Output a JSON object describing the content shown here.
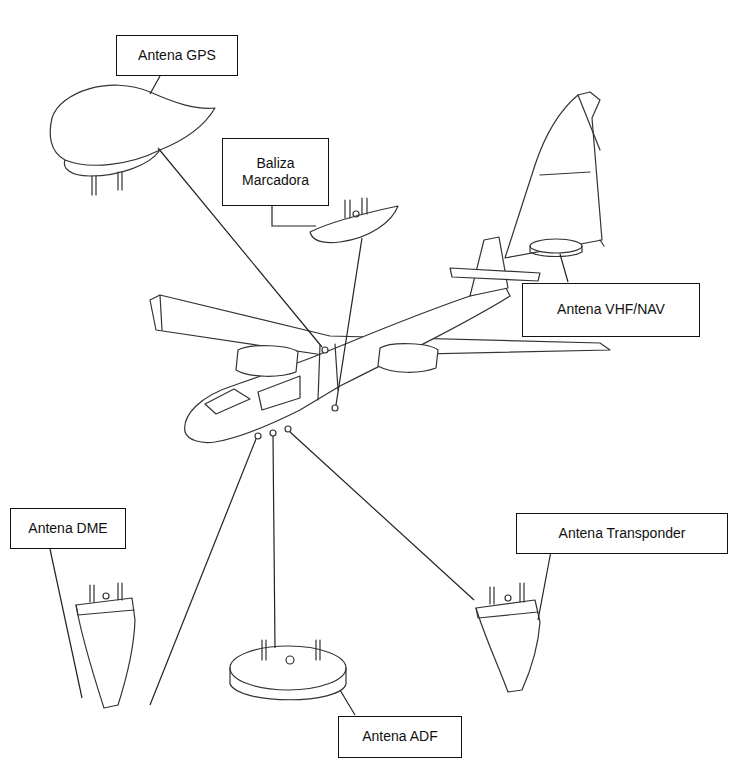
{
  "diagram": {
    "nodes": [
      {
        "text": [
          "Antena GPS"
        ]
      },
      {
        "text": [
          "Baliza Marcadora"
        ]
      },
      {
        "text": [
          "Antena VHF/NAV"
        ]
      },
      {
        "text": [
          "Antena DME"
        ]
      },
      {
        "text": [
          "Antena Transponder"
        ]
      },
      {
        "text": [
          "Antena ADF"
        ]
      }
    ]
  }
}
